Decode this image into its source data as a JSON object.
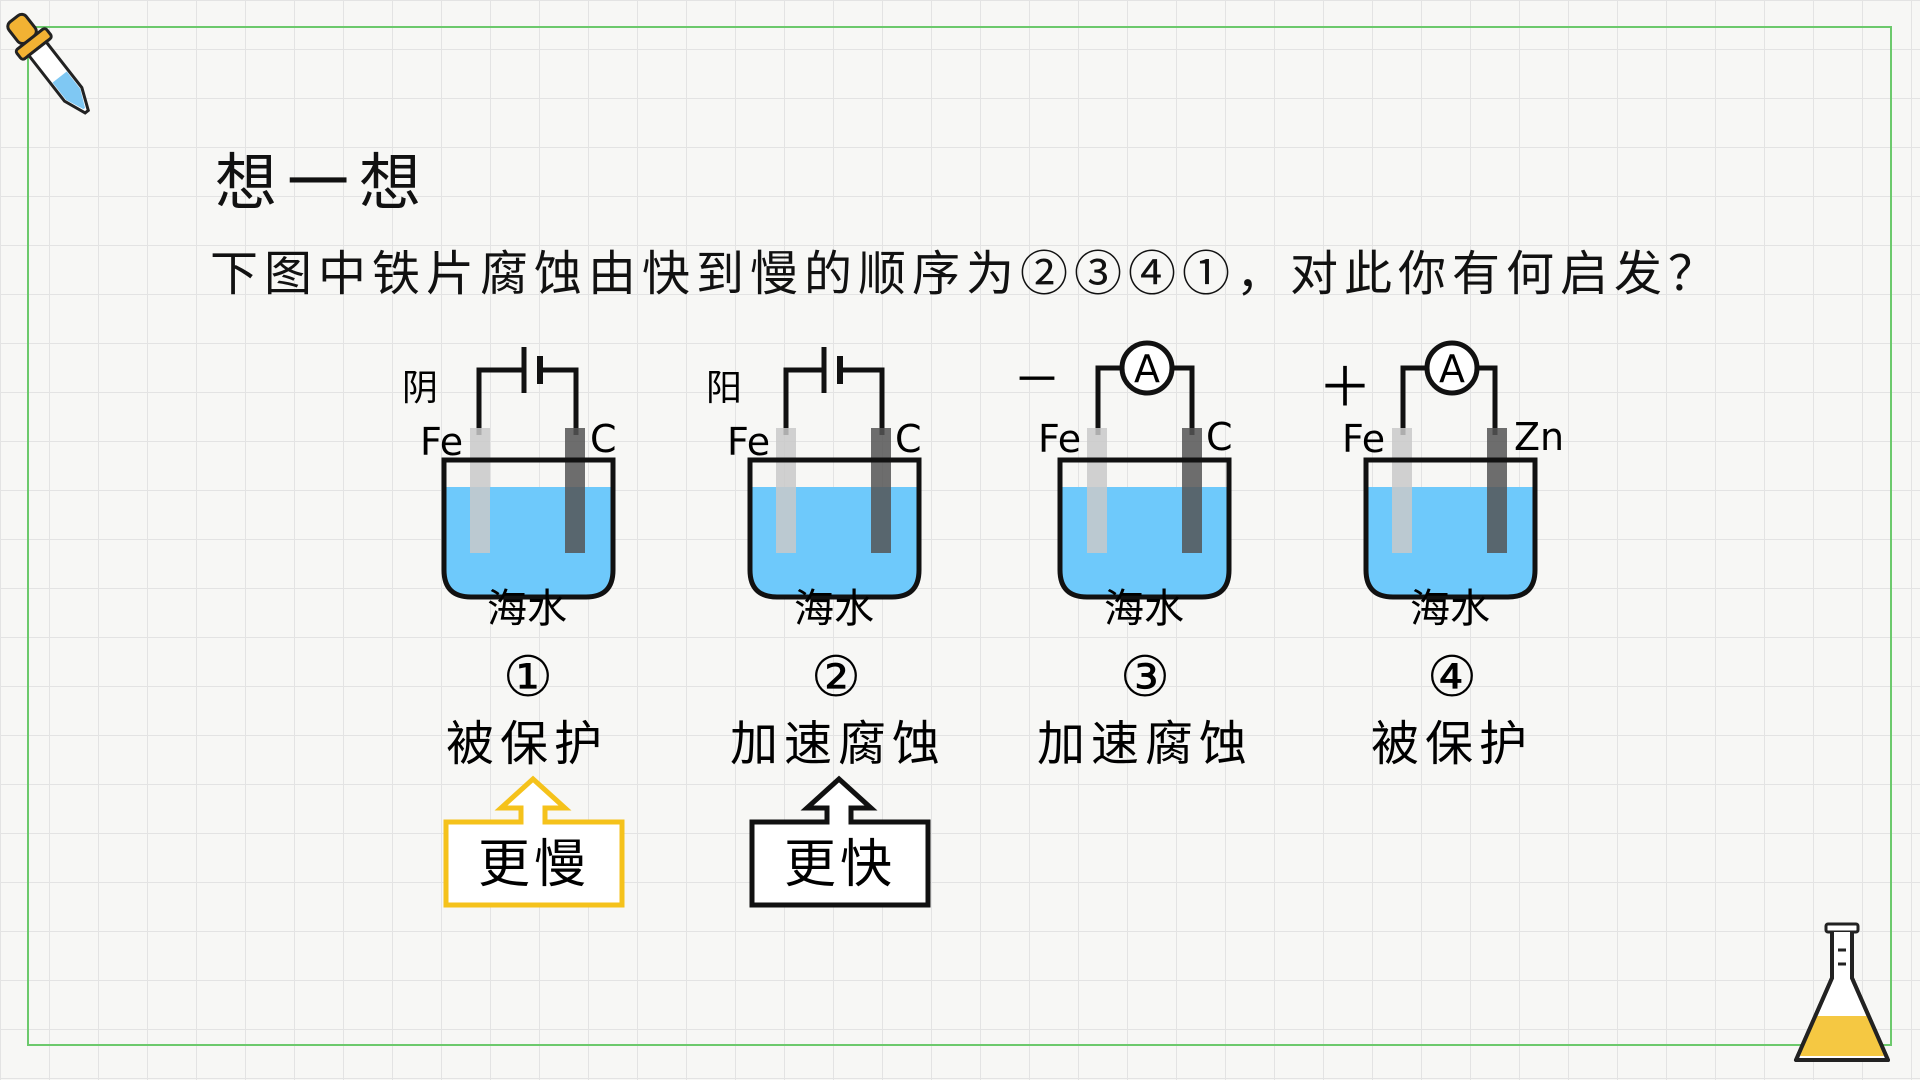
{
  "title": "想一想",
  "question": "下图中铁片腐蚀由快到慢的顺序为②③④①，对此你有何启发？",
  "cells": [
    {
      "id": "cell-1",
      "pole": "阴",
      "left_electrode": "Fe",
      "right_electrode": "C",
      "meter": "battery",
      "solution": "海水",
      "number": "①",
      "result": "被保护"
    },
    {
      "id": "cell-2",
      "pole": "阳",
      "left_electrode": "Fe",
      "right_electrode": "C",
      "meter": "battery",
      "solution": "海水",
      "number": "②",
      "result": "加速腐蚀"
    },
    {
      "id": "cell-3",
      "pole": "－",
      "left_electrode": "Fe",
      "right_electrode": "C",
      "meter": "A",
      "solution": "海水",
      "number": "③",
      "result": "加速腐蚀"
    },
    {
      "id": "cell-4",
      "pole": "＋",
      "left_electrode": "Fe",
      "right_electrode": "Zn",
      "meter": "A",
      "solution": "海水",
      "number": "④",
      "result": "被保护"
    }
  ],
  "callouts": [
    {
      "id": "slower",
      "text": "更慢",
      "color": "#f5c21b"
    },
    {
      "id": "faster",
      "text": "更快",
      "color": "#111111"
    }
  ],
  "colors": {
    "water": "#6ec9fb",
    "frame": "#6cc96c",
    "fe_electrode": "#c9c9c9",
    "dark_electrode": "#555555"
  },
  "icons": {
    "top_left": "dropper-icon",
    "bottom_right": "flask-icon"
  }
}
